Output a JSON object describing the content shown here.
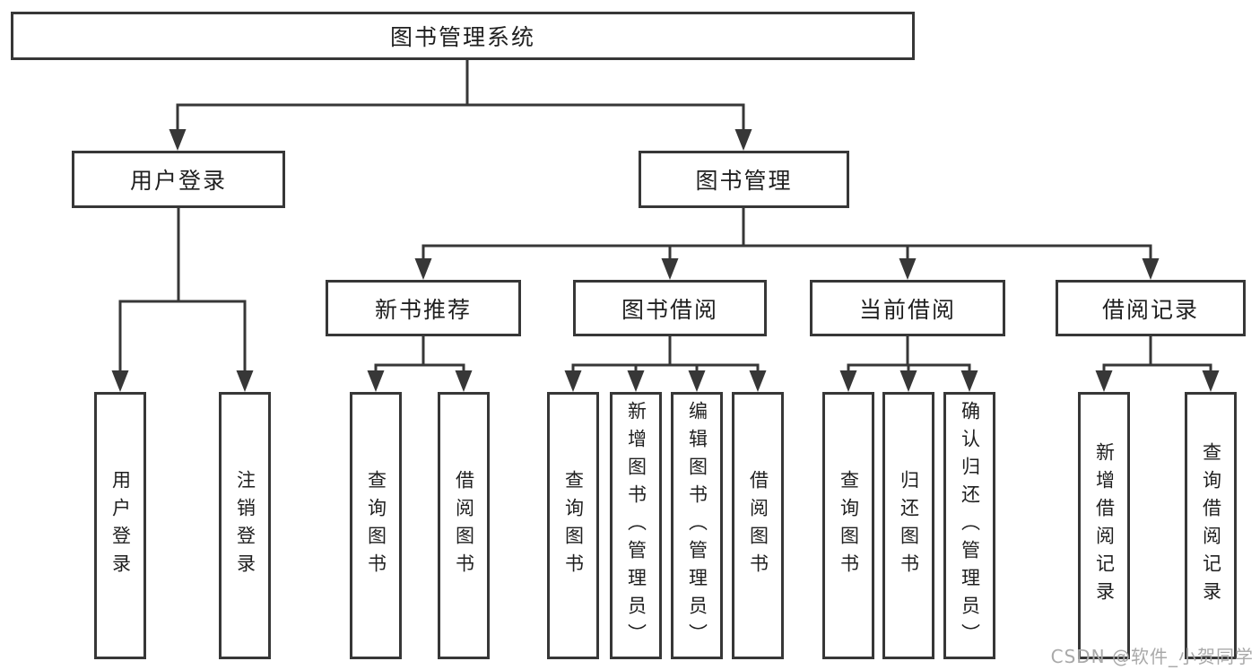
{
  "diagram": {
    "root": {
      "label": "图书管理系统"
    },
    "level2": [
      {
        "label": "用户登录"
      },
      {
        "label": "图书管理"
      }
    ],
    "level3": [
      {
        "label": "新书推荐"
      },
      {
        "label": "图书借阅"
      },
      {
        "label": "当前借阅"
      },
      {
        "label": "借阅记录"
      }
    ],
    "leaves": {
      "user_login": [
        "用户登录",
        "注销登录"
      ],
      "new_book": [
        "查询图书",
        "借阅图书"
      ],
      "borrow": [
        "查询图书",
        "新增图书（管理员）",
        "编辑图书（管理员）",
        "借阅图书"
      ],
      "current": [
        "查询图书",
        "归还图书",
        "确认归还（管理员）"
      ],
      "records": [
        "新增借阅记录",
        "查询借阅记录"
      ]
    }
  },
  "watermark": {
    "text": "CSDN @软件_小贺同学"
  },
  "colors": {
    "line": "#373737",
    "text": "#1f1f1f",
    "watermark": "#a9a9a9",
    "box_background": "#ffffff",
    "page_background": "#ffffff"
  }
}
